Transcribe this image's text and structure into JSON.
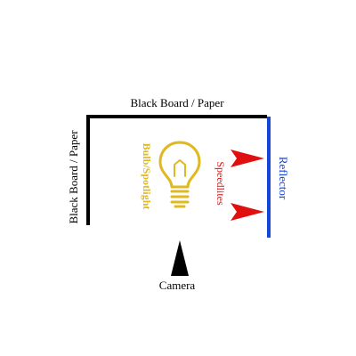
{
  "labels": {
    "top_board": "Black Board / Paper",
    "left_board": "Black Board / Paper",
    "bulb": "Bulb/Spotlight",
    "speedlites": "Speedlites",
    "reflector": "Reflector",
    "camera": "Camera"
  },
  "colors": {
    "background": "#ffffff",
    "board": "#000000",
    "reflector": "#1646d8",
    "bulb": "#e0b820",
    "speedlite": "#e01010",
    "camera": "#000000"
  },
  "icons": {
    "bulb": "lightbulb-icon",
    "speedlite": "speedlite-arrow-icon",
    "camera": "camera-triangle-icon"
  }
}
